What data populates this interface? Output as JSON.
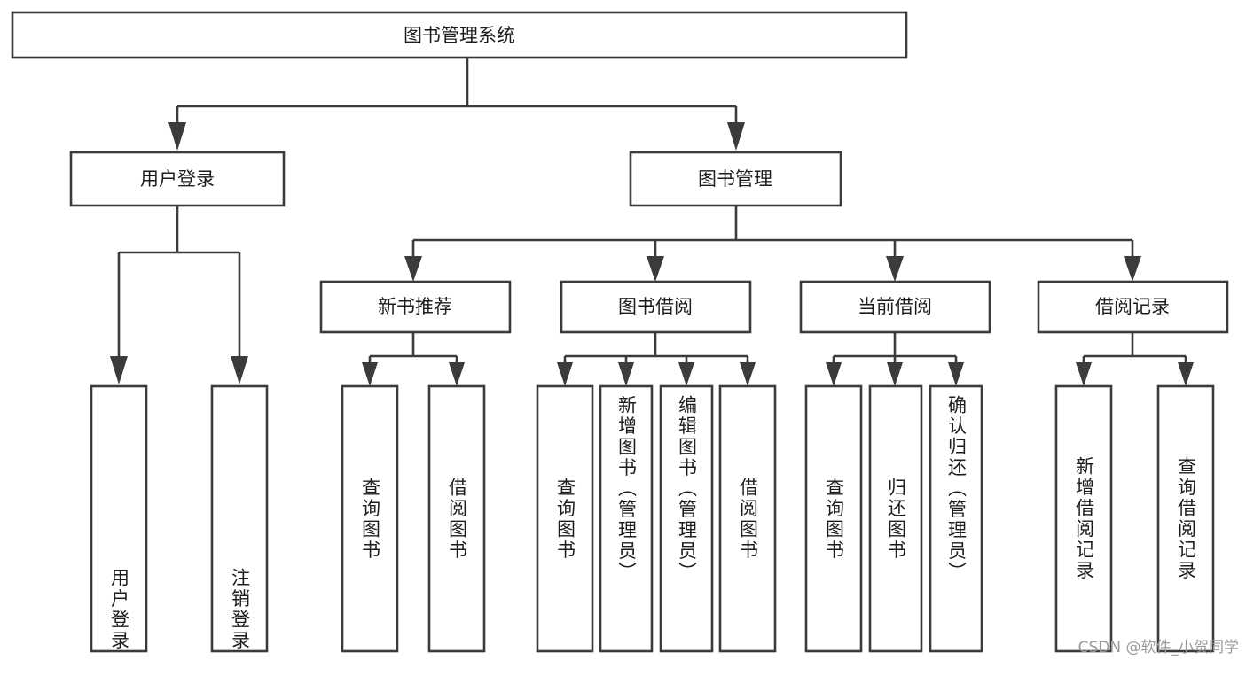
{
  "diagram": {
    "type": "tree",
    "title": "图书管理系统",
    "watermark": "CSDN @软件_小贺同学",
    "root": {
      "id": "root",
      "label": "图书管理系统"
    },
    "level1": [
      {
        "id": "user-login",
        "label": "用户登录"
      },
      {
        "id": "book-manage",
        "label": "图书管理"
      }
    ],
    "level2": [
      {
        "id": "new-book-recommend",
        "label": "新书推荐",
        "parent": "book-manage"
      },
      {
        "id": "book-borrow",
        "label": "图书借阅",
        "parent": "book-manage"
      },
      {
        "id": "current-borrow",
        "label": "当前借阅",
        "parent": "book-manage"
      },
      {
        "id": "borrow-record",
        "label": "借阅记录",
        "parent": "book-manage"
      }
    ],
    "leaves": [
      {
        "id": "leaf-user-login",
        "label": "用户登录",
        "parent": "user-login",
        "align": "bottom"
      },
      {
        "id": "leaf-user-logout",
        "label": "注销登录",
        "parent": "user-login",
        "align": "bottom"
      },
      {
        "id": "leaf-query-book-1",
        "label": "查询图书",
        "parent": "new-book-recommend",
        "align": "middle"
      },
      {
        "id": "leaf-borrow-book-1",
        "label": "借阅图书",
        "parent": "new-book-recommend",
        "align": "middle"
      },
      {
        "id": "leaf-query-book-2",
        "label": "查询图书",
        "parent": "book-borrow",
        "align": "middle"
      },
      {
        "id": "leaf-add-book",
        "label": "新增图书（管理员）",
        "parent": "book-borrow",
        "align": "top"
      },
      {
        "id": "leaf-edit-book",
        "label": "编辑图书（管理员）",
        "parent": "book-borrow",
        "align": "top"
      },
      {
        "id": "leaf-borrow-book-2",
        "label": "借阅图书",
        "parent": "book-borrow",
        "align": "middle"
      },
      {
        "id": "leaf-query-book-3",
        "label": "查询图书",
        "parent": "current-borrow",
        "align": "middle"
      },
      {
        "id": "leaf-return-book",
        "label": "归还图书",
        "parent": "current-borrow",
        "align": "middle"
      },
      {
        "id": "leaf-confirm-return",
        "label": "确认归还（管理员）",
        "parent": "current-borrow",
        "align": "top"
      },
      {
        "id": "leaf-add-record",
        "label": "新增借阅记录",
        "parent": "borrow-record",
        "align": "middle"
      },
      {
        "id": "leaf-query-record",
        "label": "查询借阅记录",
        "parent": "borrow-record",
        "align": "middle"
      }
    ],
    "colors": {
      "stroke": "#3b3b3b",
      "fill": "#ffffff",
      "text": "#1d1d1d",
      "watermark": "#9a9a9a",
      "background": "#ffffff"
    }
  }
}
